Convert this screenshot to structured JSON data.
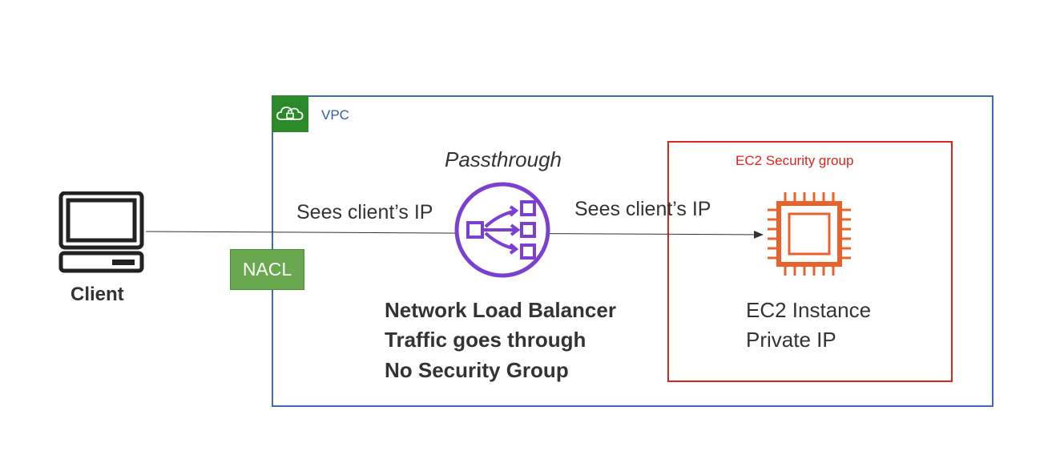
{
  "vpc": {
    "label": "VPC",
    "icon": "cloud-lock-icon",
    "border_color": "#4169b8",
    "badge_color": "#2a8a2a"
  },
  "security_group": {
    "label": "EC2 Security group",
    "color": "#d9261c"
  },
  "nacl": {
    "label": "NACL",
    "color": "#6aa84f"
  },
  "client": {
    "label": "Client",
    "icon": "computer-icon"
  },
  "load_balancer": {
    "mode_label": "Passthrough",
    "icon": "network-load-balancer-icon",
    "icon_color": "#7b3fd1",
    "lines": [
      "Network Load Balancer",
      "Traffic goes through",
      "No Security Group"
    ]
  },
  "flow": {
    "left_label": "Sees client’s IP",
    "right_label": "Sees client’s IP"
  },
  "ec2": {
    "icon": "ec2-chip-icon",
    "icon_color": "#e8632b",
    "lines": [
      "EC2 Instance",
      "Private IP"
    ]
  }
}
